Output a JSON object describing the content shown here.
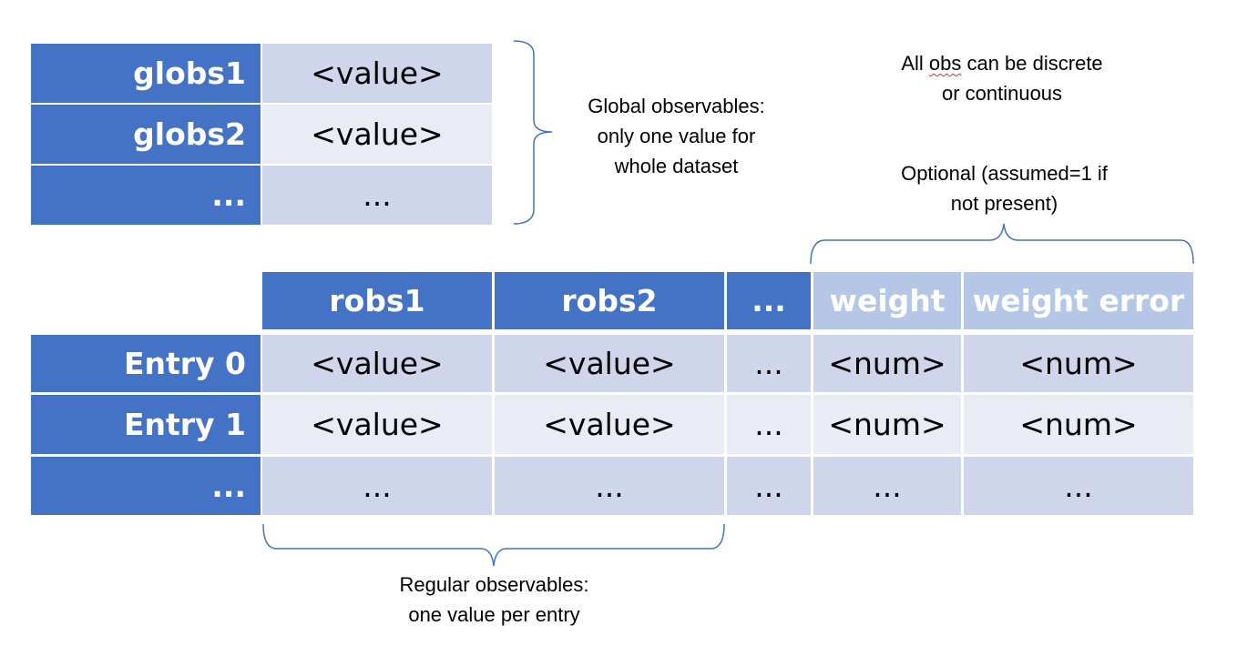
{
  "global_table": {
    "rows": [
      {
        "name": "globs1",
        "value": "<value>"
      },
      {
        "name": "globs2",
        "value": "<value>"
      },
      {
        "name": "...",
        "value": "..."
      }
    ]
  },
  "regular_table": {
    "headers": [
      "robs1",
      "robs2",
      "...",
      "weight",
      "weight error"
    ],
    "rows": [
      {
        "name": "Entry 0",
        "cells": [
          "<value>",
          "<value>",
          "...",
          "<num>",
          "<num>"
        ]
      },
      {
        "name": "Entry 1",
        "cells": [
          "<value>",
          "<value>",
          "...",
          "<num>",
          "<num>"
        ]
      },
      {
        "name": "...",
        "cells": [
          "...",
          "...",
          "...",
          "...",
          "..."
        ]
      }
    ]
  },
  "notes": {
    "global": {
      "line1": "Global observables:",
      "line2": "only one value for",
      "line3": "whole dataset"
    },
    "all_obs": {
      "line1_pre": "All ",
      "line1_word": "obs",
      "line1_post": " can be discrete",
      "line2": "or continuous"
    },
    "optional": {
      "line1": "Optional (assumed=1 if",
      "line2": "not present)"
    },
    "regular": {
      "line1": "Regular observables:",
      "line2": "one value per entry"
    }
  },
  "colors": {
    "header": "#4472c4",
    "header_light": "#b4c7e7",
    "row_a": "#cfd5ea",
    "row_b": "#e9ebf5",
    "bracket": "#4472c4"
  }
}
